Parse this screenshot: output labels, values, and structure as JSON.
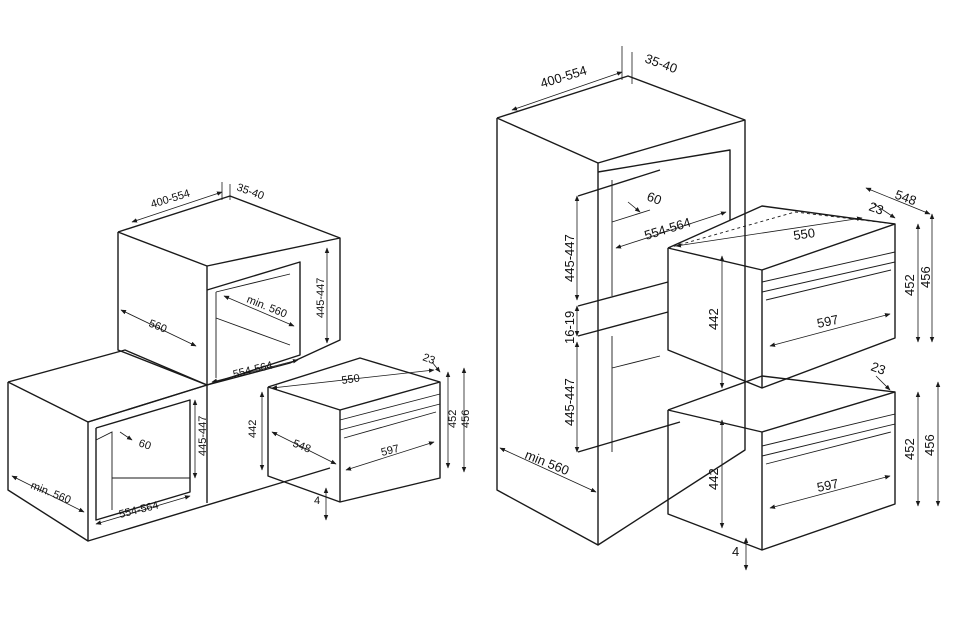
{
  "left_drawing": {
    "top": {
      "depth": "400-554",
      "gap": "35-40",
      "side_depth": "560",
      "inner_depth": "min. 560",
      "height": "445-447",
      "width": "554-564"
    },
    "bottom": {
      "height": "445-447",
      "inner": "60",
      "depth": "min. 560",
      "width": "554-564"
    },
    "appliance": {
      "width_top": "550",
      "gap_top": "23",
      "height_body": "442",
      "depth": "548",
      "front_width": "597",
      "front_h1": "452",
      "front_h2": "456",
      "bottom_gap": "4"
    }
  },
  "right_drawing": {
    "top": {
      "depth": "400-554",
      "gap": "35-40"
    },
    "column": {
      "depth_top": "548",
      "gap_top": "23",
      "width_top": "550",
      "inner": "60",
      "width_niche": "554-564",
      "h_upper": "445-447",
      "h_mid": "16-19",
      "h_lower": "445-447",
      "depth_bottom": "min 560"
    },
    "upper_appliance": {
      "height_body": "442",
      "front_h1": "452",
      "front_h2": "456",
      "front_width": "597"
    },
    "lower_appliance": {
      "gap_top": "23",
      "height_body": "442",
      "front_h1": "452",
      "front_h2": "456",
      "front_width": "597",
      "bottom_gap": "4"
    }
  }
}
